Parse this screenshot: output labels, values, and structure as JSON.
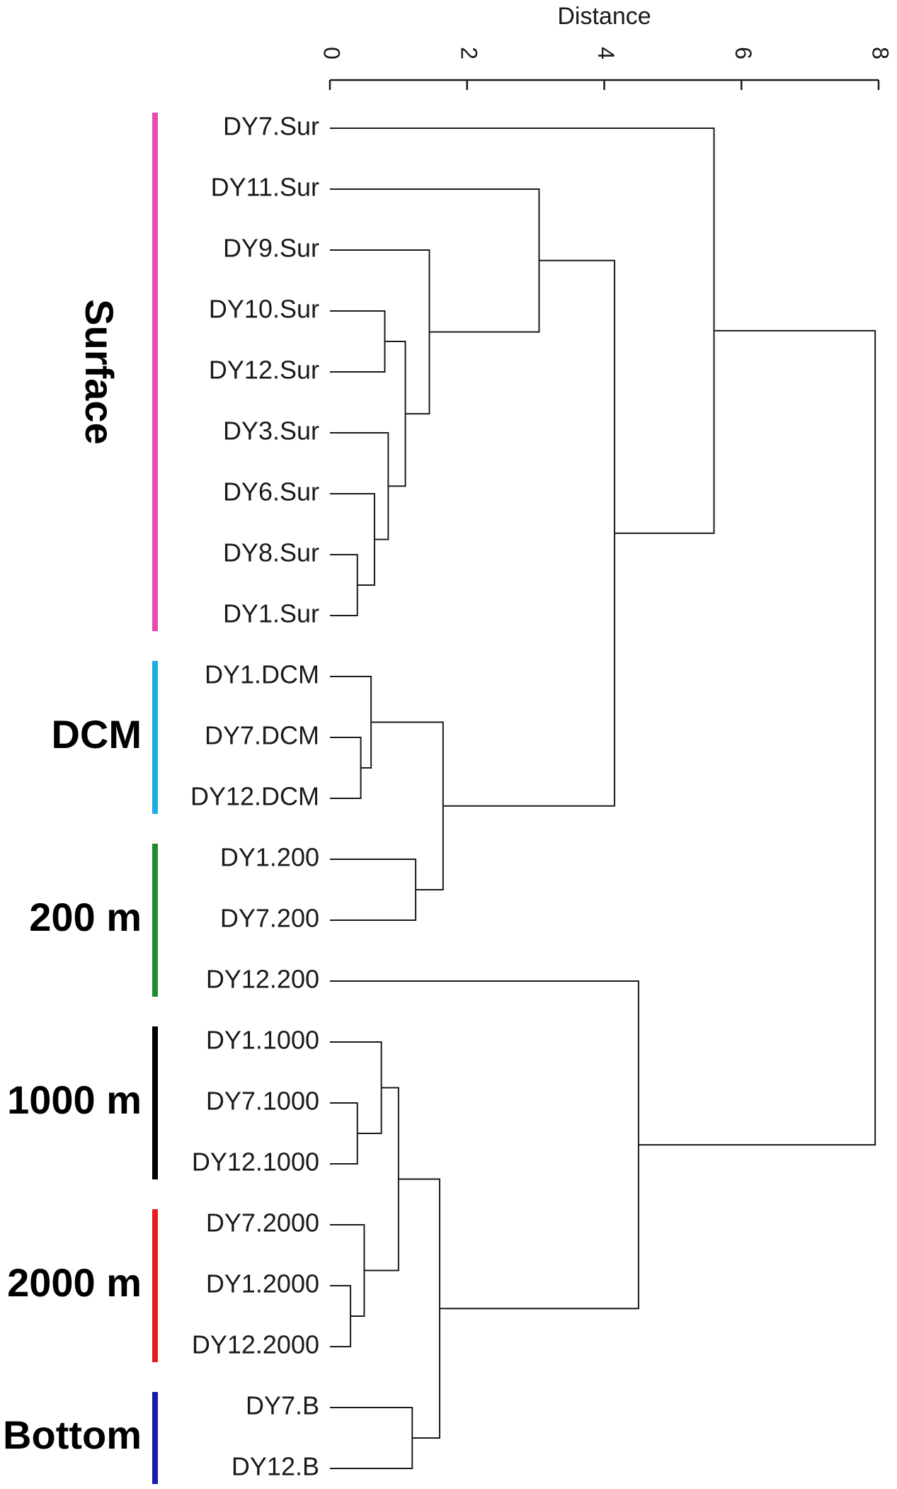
{
  "axis": {
    "title": "Distance",
    "min": 0,
    "max": 8,
    "ticks": [
      0,
      2,
      4,
      6,
      8
    ]
  },
  "leaves": [
    "DY7.Sur",
    "DY11.Sur",
    "DY9.Sur",
    "DY10.Sur",
    "DY12.Sur",
    "DY3.Sur",
    "DY6.Sur",
    "DY8.Sur",
    "DY1.Sur",
    "DY1.DCM",
    "DY7.DCM",
    "DY12.DCM",
    "DY1.200",
    "DY7.200",
    "DY12.200",
    "DY1.1000",
    "DY7.1000",
    "DY12.1000",
    "DY7.2000",
    "DY1.2000",
    "DY12.2000",
    "DY7.B",
    "DY12.B"
  ],
  "groups": [
    {
      "label": "Surface",
      "color": "#e64bb4",
      "first_leaf": 0,
      "last_leaf": 8,
      "vertical": true
    },
    {
      "label": "DCM",
      "color": "#19aee6",
      "first_leaf": 9,
      "last_leaf": 11,
      "vertical": false
    },
    {
      "label": "200 m",
      "color": "#1f8a2e",
      "first_leaf": 12,
      "last_leaf": 14,
      "vertical": false
    },
    {
      "label": "1000 m",
      "color": "#000000",
      "first_leaf": 15,
      "last_leaf": 17,
      "vertical": false
    },
    {
      "label": "2000 m",
      "color": "#e81c1c",
      "first_leaf": 18,
      "last_leaf": 20,
      "vertical": false
    },
    {
      "label": "Bottom",
      "color": "#1a1aa8",
      "first_leaf": 21,
      "last_leaf": 22,
      "vertical": false
    }
  ],
  "merges": [
    {
      "id": "m1",
      "a": "L7",
      "b": "L8",
      "height": 0.4
    },
    {
      "id": "m2",
      "a": "L6",
      "b": "m1",
      "height": 0.65
    },
    {
      "id": "m3",
      "a": "L5",
      "b": "m2",
      "height": 0.85
    },
    {
      "id": "m4",
      "a": "L3",
      "b": "L4",
      "height": 0.8
    },
    {
      "id": "m5",
      "a": "m4",
      "b": "m3",
      "height": 1.1
    },
    {
      "id": "m6",
      "a": "L2",
      "b": "m5",
      "height": 1.45
    },
    {
      "id": "m7",
      "a": "L1",
      "b": "m6",
      "height": 3.05
    },
    {
      "id": "m8",
      "a": "L10",
      "b": "L11",
      "height": 0.45
    },
    {
      "id": "m9",
      "a": "L9",
      "b": "m8",
      "height": 0.6
    },
    {
      "id": "m10",
      "a": "L12",
      "b": "L13",
      "height": 1.25
    },
    {
      "id": "m11",
      "a": "m9",
      "b": "m10",
      "height": 1.65
    },
    {
      "id": "m12",
      "a": "m7",
      "b": "m11",
      "height": 4.15
    },
    {
      "id": "m13",
      "a": "L0",
      "b": "m12",
      "height": 5.6
    },
    {
      "id": "m14",
      "a": "L16",
      "b": "L17",
      "height": 0.4
    },
    {
      "id": "m15",
      "a": "L15",
      "b": "m14",
      "height": 0.75
    },
    {
      "id": "m16",
      "a": "L19",
      "b": "L20",
      "height": 0.3
    },
    {
      "id": "m17",
      "a": "L18",
      "b": "m16",
      "height": 0.5
    },
    {
      "id": "m18",
      "a": "m15",
      "b": "m17",
      "height": 1.0
    },
    {
      "id": "m19",
      "a": "L21",
      "b": "L22",
      "height": 1.2
    },
    {
      "id": "m20",
      "a": "m18",
      "b": "m19",
      "height": 1.6
    },
    {
      "id": "m21",
      "a": "L14",
      "b": "m20",
      "height": 4.5
    },
    {
      "id": "m22",
      "a": "m13",
      "b": "m21",
      "height": 7.95
    }
  ]
}
